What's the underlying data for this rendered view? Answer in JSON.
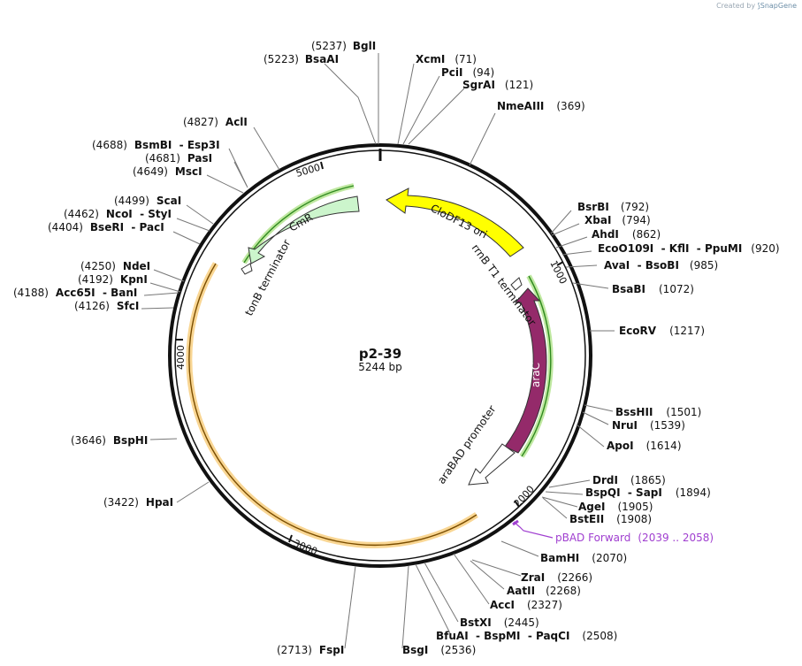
{
  "app": {
    "credit_prefix": "Created by",
    "credit_brand": "SnapGene"
  },
  "plasmid": {
    "name": "p2-39",
    "length_label": "5244 bp"
  },
  "ticks": [
    "1000",
    "2000",
    "3000",
    "4000",
    "5000"
  ],
  "features": [
    {
      "label": "CloDF13 ori",
      "fill": "#ffff00"
    },
    {
      "label": "CmR",
      "fill": "#ccf5cc"
    },
    {
      "label": "araC",
      "fill": "#942a6a"
    },
    {
      "label": "rrnB T1 terminator",
      "fill": "#ffffff"
    },
    {
      "label": "tonB terminator",
      "fill": "#ffffff"
    },
    {
      "label": "araBAD promoter",
      "fill": "#ffffff"
    }
  ],
  "primer": {
    "label": "pBAD Forward",
    "range": "(2039 .. 2058)",
    "color": "#a03fd0"
  },
  "sites": [
    {
      "name": "BglI",
      "pos": "(5237)"
    },
    {
      "name": "BsaAI",
      "pos": "(5223)"
    },
    {
      "name": "XcmI",
      "pos": "(71)"
    },
    {
      "name": "PciI",
      "pos": "(94)"
    },
    {
      "name": "SgrAI",
      "pos": "(121)"
    },
    {
      "name": "NmeAIII",
      "pos": "(369)"
    },
    {
      "name": "AclI",
      "pos": "(4827)"
    },
    {
      "name": "BsmBI  - Esp3I",
      "pos": "(4688)"
    },
    {
      "name": "PasI",
      "pos": "(4681)"
    },
    {
      "name": "MscI",
      "pos": "(4649)"
    },
    {
      "name": "ScaI",
      "pos": "(4499)"
    },
    {
      "name": "NcoI  - StyI",
      "pos": "(4462)"
    },
    {
      "name": "BseRI  - PacI",
      "pos": "(4404)"
    },
    {
      "name": "NdeI",
      "pos": "(4250)"
    },
    {
      "name": "KpnI",
      "pos": "(4192)"
    },
    {
      "name": "Acc65I  - BanI",
      "pos": "(4188)"
    },
    {
      "name": "SfcI",
      "pos": "(4126)"
    },
    {
      "name": "BsrBI",
      "pos": "(792)"
    },
    {
      "name": "XbaI",
      "pos": "(794)"
    },
    {
      "name": "AhdI",
      "pos": "(862)"
    },
    {
      "name": "EcoO109I  - KflI  - PpuMI",
      "pos": "(920)"
    },
    {
      "name": "AvaI  - BsoBI",
      "pos": "(985)"
    },
    {
      "name": "BsaBI",
      "pos": "(1072)"
    },
    {
      "name": "EcoRV",
      "pos": "(1217)"
    },
    {
      "name": "BssHII",
      "pos": "(1501)"
    },
    {
      "name": "NruI",
      "pos": "(1539)"
    },
    {
      "name": "ApoI",
      "pos": "(1614)"
    },
    {
      "name": "DrdI",
      "pos": "(1865)"
    },
    {
      "name": "BspQI  - SapI",
      "pos": "(1894)"
    },
    {
      "name": "AgeI",
      "pos": "(1905)"
    },
    {
      "name": "BstEII",
      "pos": "(1908)"
    },
    {
      "name": "BamHI",
      "pos": "(2070)"
    },
    {
      "name": "ZraI",
      "pos": "(2266)"
    },
    {
      "name": "AatII",
      "pos": "(2268)"
    },
    {
      "name": "AccI",
      "pos": "(2327)"
    },
    {
      "name": "BstXI",
      "pos": "(2445)"
    },
    {
      "name": "BfuAI  - BspMI  - PaqCI",
      "pos": "(2508)"
    },
    {
      "name": "BsgI",
      "pos": "(2536)"
    },
    {
      "name": "FspI",
      "pos": "(2713)"
    },
    {
      "name": "BspHI",
      "pos": "(3646)"
    },
    {
      "name": "HpaI",
      "pos": "(3422)"
    }
  ]
}
